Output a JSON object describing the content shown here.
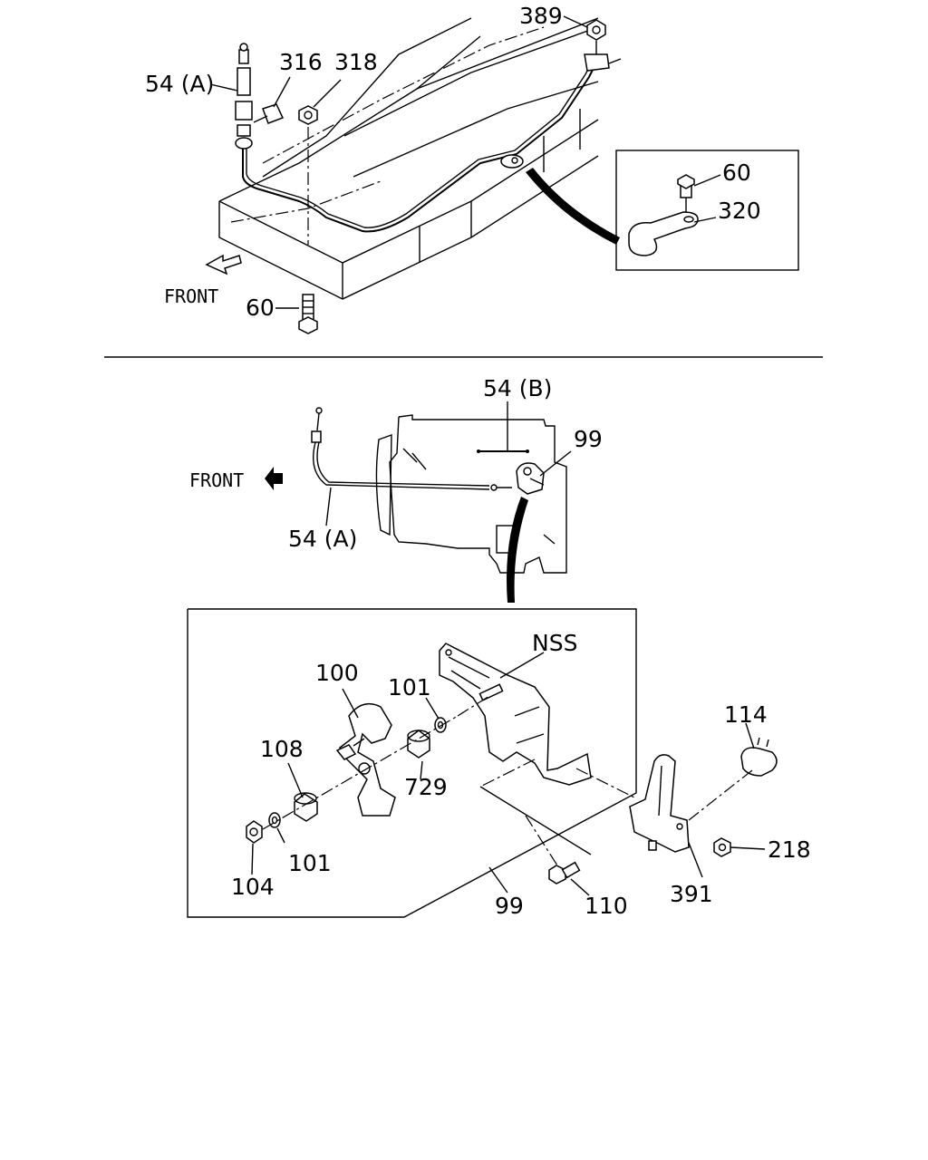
{
  "top_view": {
    "labels": {
      "p389": "389",
      "p54a": "54 (A)",
      "p316": "316",
      "p318": "318",
      "p60_bottom": "60",
      "p60_inset": "60",
      "p320": "320"
    },
    "front_label": "FRONT"
  },
  "engine_view": {
    "labels": {
      "p54b": "54 (B)",
      "p99": "99",
      "p54a": "54 (A)"
    },
    "front_label": "FRONT"
  },
  "exploded_view": {
    "labels": {
      "nss": "NSS",
      "p100": "100",
      "p101_upper": "101",
      "p108": "108",
      "p729": "729",
      "p101_lower": "101",
      "p104": "104",
      "p99": "99",
      "p110": "110",
      "p114": "114",
      "p218": "218",
      "p391": "391"
    }
  }
}
